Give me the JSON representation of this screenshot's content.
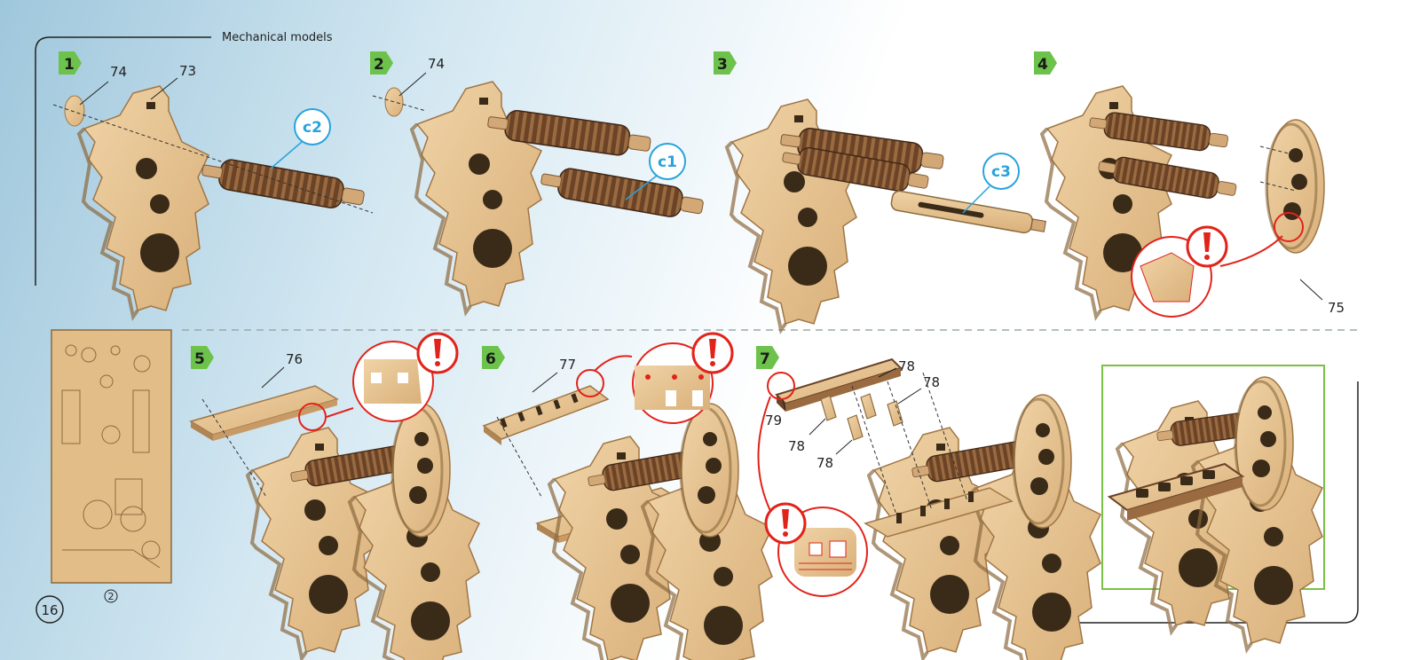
{
  "header": {
    "title": "Mechanical models"
  },
  "page": {
    "number": "16",
    "sheet": "2"
  },
  "colors": {
    "step_badge": "#6cc24a",
    "part_callout": "#29a3dc",
    "warning": "#e2231a",
    "result_frame": "#7ac143",
    "wood_light": "#e3c08f",
    "wood_dark": "#6b4326"
  },
  "steps": [
    {
      "number": "1",
      "labels": [
        "74",
        "73"
      ],
      "callout": "c2"
    },
    {
      "number": "2",
      "labels": [
        "74"
      ],
      "callout": "c1"
    },
    {
      "number": "3",
      "labels": [],
      "callout": "c3"
    },
    {
      "number": "4",
      "labels": [
        "75"
      ],
      "callout": ""
    },
    {
      "number": "5",
      "labels": [
        "76"
      ],
      "callout": ""
    },
    {
      "number": "6",
      "labels": [
        "77"
      ],
      "callout": ""
    },
    {
      "number": "7",
      "labels": [
        "78",
        "78",
        "78",
        "78",
        "79"
      ],
      "callout": ""
    }
  ],
  "warning_icon": "exclamation-icon"
}
